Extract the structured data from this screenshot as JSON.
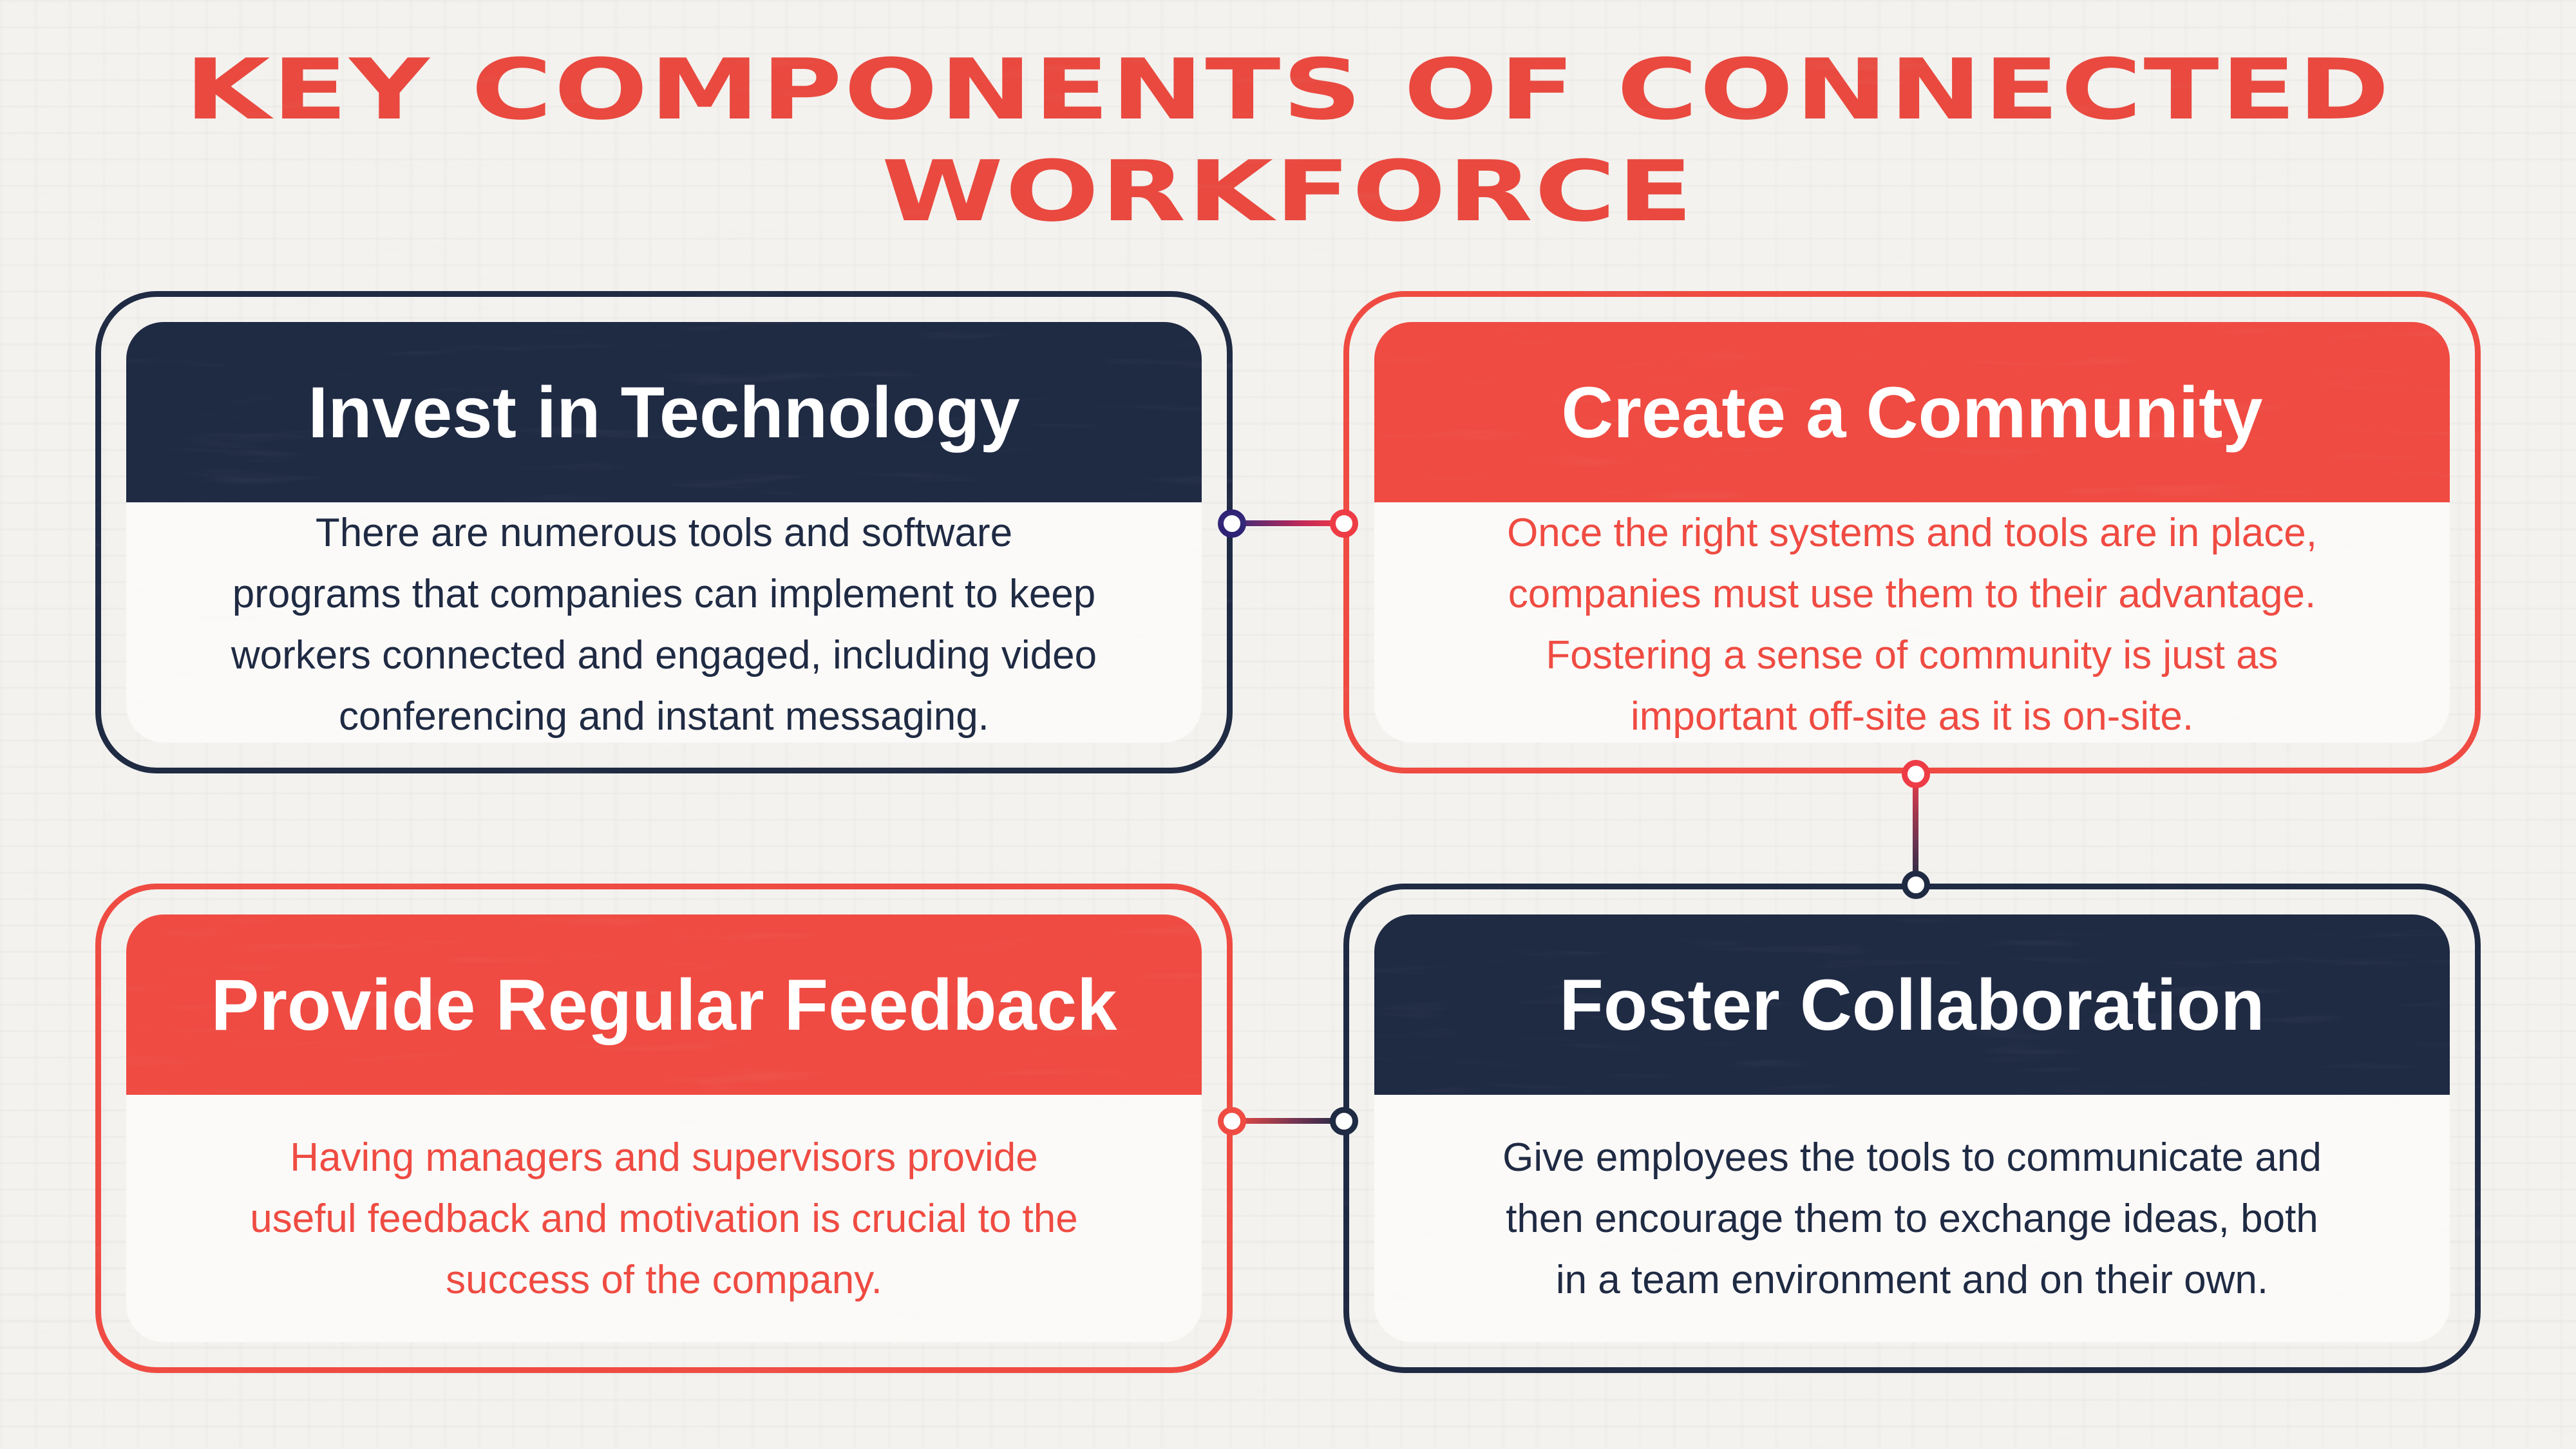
{
  "title": "KEY COMPONENTS OF CONNECTED\nWORKFORCE",
  "colors": {
    "bg": "#f3f2ef",
    "red": "#ef4b42",
    "navy": "#1f2a43",
    "indigo": "#2e2275",
    "red-bright": "#ee3c46",
    "title-red": "#e9493f",
    "card-bg": "#fbfaf8"
  },
  "cards": [
    {
      "id": "invest-in-technology",
      "theme": "navy",
      "title": "Invest in Technology",
      "body": "There are numerous tools and software\nprograms that companies can implement to keep\nworkers connected and engaged, including video\nconferencing and instant messaging."
    },
    {
      "id": "create-a-community",
      "theme": "red",
      "title": "Create a Community",
      "body": "Once the right systems and tools are in place,\ncompanies must use them to their advantage.\nFostering a sense of community is just as\nimportant off-site as it is on-site."
    },
    {
      "id": "provide-regular-feedback",
      "theme": "red",
      "title": "Provide Regular Feedback",
      "body": "Having managers and supervisors provide\nuseful feedback and motivation is crucial to the\nsuccess of the company."
    },
    {
      "id": "foster-collaboration",
      "theme": "navy",
      "title": "Foster Collaboration",
      "body": "Give employees the tools to communicate and\nthen encourage them to exchange ideas, both\nin a team environment and on their own."
    }
  ]
}
